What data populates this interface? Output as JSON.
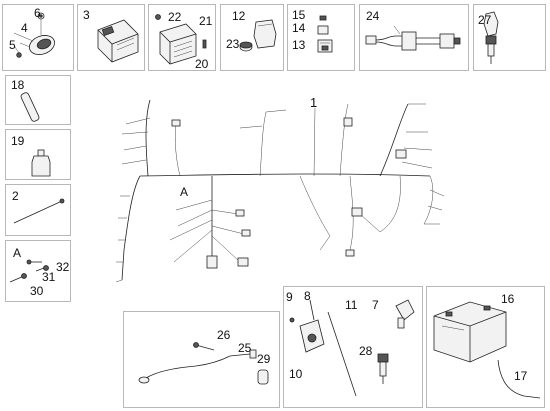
{
  "callouts": {
    "p6": "6",
    "p4": "4",
    "p5": "5",
    "p3": "3",
    "p22": "22",
    "p21": "21",
    "p20": "20",
    "p12": "12",
    "p23": "23",
    "p15": "15",
    "p14": "14",
    "p13": "13",
    "p24": "24",
    "p27": "27",
    "p18": "18",
    "p19": "19",
    "p2": "2",
    "pA": "A",
    "p31": "31",
    "p32": "32",
    "p30": "30",
    "p1": "1",
    "pA2": "A",
    "p26": "26",
    "p25": "25",
    "p29": "29",
    "p9": "9",
    "p8": "8",
    "p11": "11",
    "p7": "7",
    "p28": "28",
    "p10": "10",
    "p16": "16",
    "p17": "17"
  },
  "diagram": {
    "type": "exploded-parts-diagram",
    "subject": "electrical wiring harness and components",
    "part_numbers_shown": [
      "1",
      "2",
      "3",
      "4",
      "5",
      "6",
      "7",
      "8",
      "9",
      "10",
      "11",
      "12",
      "13",
      "14",
      "15",
      "16",
      "17",
      "18",
      "19",
      "20",
      "21",
      "22",
      "23",
      "24",
      "25",
      "26",
      "27",
      "28",
      "29",
      "30",
      "31",
      "32",
      "A"
    ]
  }
}
